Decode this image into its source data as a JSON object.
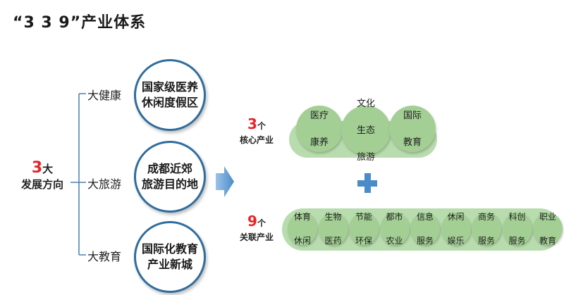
{
  "title": "“3 3 9”产业体系",
  "direction": {
    "num": "3",
    "unit": "大",
    "label": "发展方向"
  },
  "branches": [
    {
      "label": "大健康",
      "circle": [
        "国家级医养",
        "休闲度假区"
      ]
    },
    {
      "label": "大旅游",
      "circle": [
        "成都近郊",
        "旅游目的地"
      ]
    },
    {
      "label": "大教育",
      "circle": [
        "国际化教育",
        "产业新城"
      ]
    }
  ],
  "core": {
    "num": "3",
    "unit": "个",
    "label": "核心产业",
    "items": [
      [
        "医疗",
        "康养"
      ],
      [
        "文化",
        "生态",
        "旅游"
      ],
      [
        "国际",
        "教育"
      ]
    ]
  },
  "related": {
    "num": "9",
    "unit": "个",
    "label": "关联产业",
    "items": [
      [
        "体育",
        "休闲"
      ],
      [
        "生物",
        "医药"
      ],
      [
        "节能",
        "环保"
      ],
      [
        "都市",
        "农业"
      ],
      [
        "信息",
        "服务"
      ],
      [
        "休闲",
        "娱乐"
      ],
      [
        "商务",
        "服务"
      ],
      [
        "科创",
        "服务"
      ],
      [
        "职业",
        "教育"
      ]
    ]
  },
  "colors": {
    "accent": "#e8232a",
    "circle_border": "#2e6d9e",
    "green": "#a3cf94",
    "blue": "#4a8cc8"
  }
}
